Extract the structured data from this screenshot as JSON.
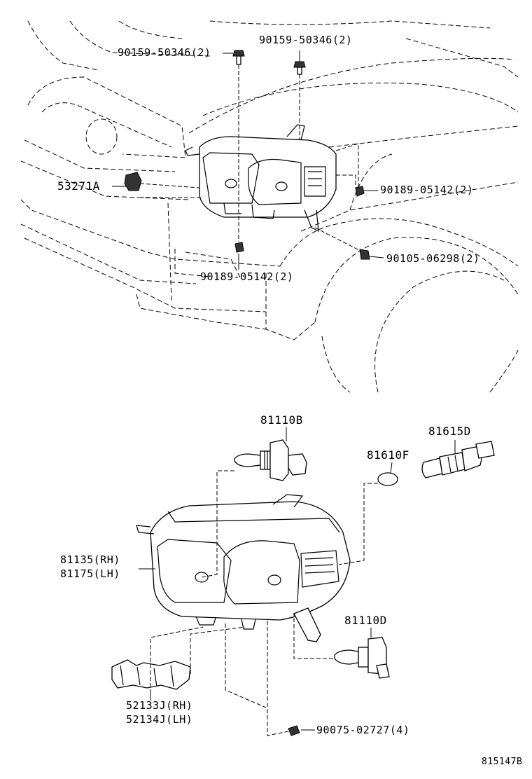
{
  "labels": {
    "bolt_top_left": "90159-50346(2)",
    "bolt_top_right": "90159-50346(2)",
    "clip_left": "53271A",
    "screw_right_upper": "90189-05142(2)",
    "screw_center": "90189-05142(2)",
    "screw_right_lower": "90105-06298(2)",
    "bulb_high": "81110B",
    "bulb_side": "81610F",
    "socket": "81615D",
    "headlamp_rh": "81135(RH)",
    "headlamp_lh": "81175(LH)",
    "bulb_low": "81110D",
    "bracket_rh": "52133J(RH)",
    "bracket_lh": "52134J(LH)",
    "screw_bottom": "90075-02727(4)",
    "diagram_id": "815147B"
  }
}
